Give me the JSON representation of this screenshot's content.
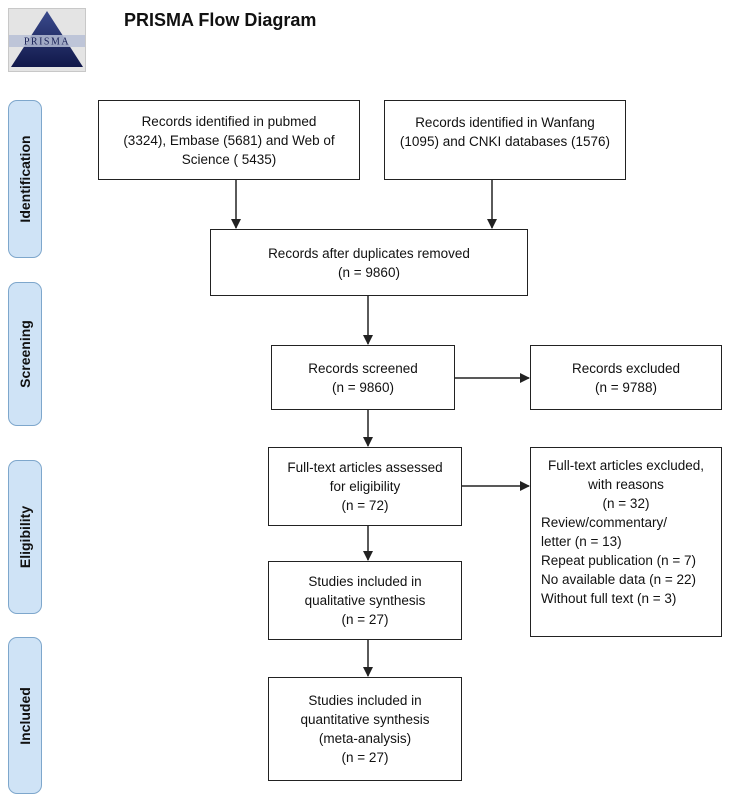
{
  "header": {
    "title": "PRISMA Flow Diagram",
    "logo_text": "PRISMA"
  },
  "phases": {
    "identification": "Identification",
    "screening": "Screening",
    "eligibility": "Eligibility",
    "included": "Included"
  },
  "boxes": {
    "pubmed": {
      "lines": [
        "Records identified in pubmed",
        "(3324), Embase (5681) and Web of",
        "Science ( 5435)"
      ]
    },
    "wanfang": {
      "lines": [
        "Records identified in Wanfang",
        "(1095) and CNKI databases (1576)"
      ]
    },
    "duplicates": {
      "lines": [
        "Records after duplicates removed",
        "(n = 9860)"
      ]
    },
    "screened": {
      "lines": [
        "Records screened",
        "(n = 9860)"
      ]
    },
    "excluded": {
      "lines": [
        "Records excluded",
        "(n = 9788)"
      ]
    },
    "fulltext": {
      "lines": [
        "Full-text articles assessed",
        "for eligibility",
        "(n = 72)"
      ]
    },
    "fulltext_excluded": {
      "header_lines": [
        "Full-text articles excluded,",
        "with reasons",
        "(n = 32)"
      ],
      "reasons": [
        "Review/commentary/",
        "letter (n = 13)",
        "Repeat publication (n = 7)",
        "No available data (n = 22)",
        "Without full text (n = 3)"
      ]
    },
    "qualitative": {
      "lines": [
        "Studies included in",
        "qualitative synthesis",
        "(n = 27)"
      ]
    },
    "quantitative": {
      "lines": [
        "Studies included in",
        "quantitative synthesis",
        "(meta-analysis)",
        "(n = 27)"
      ]
    }
  }
}
